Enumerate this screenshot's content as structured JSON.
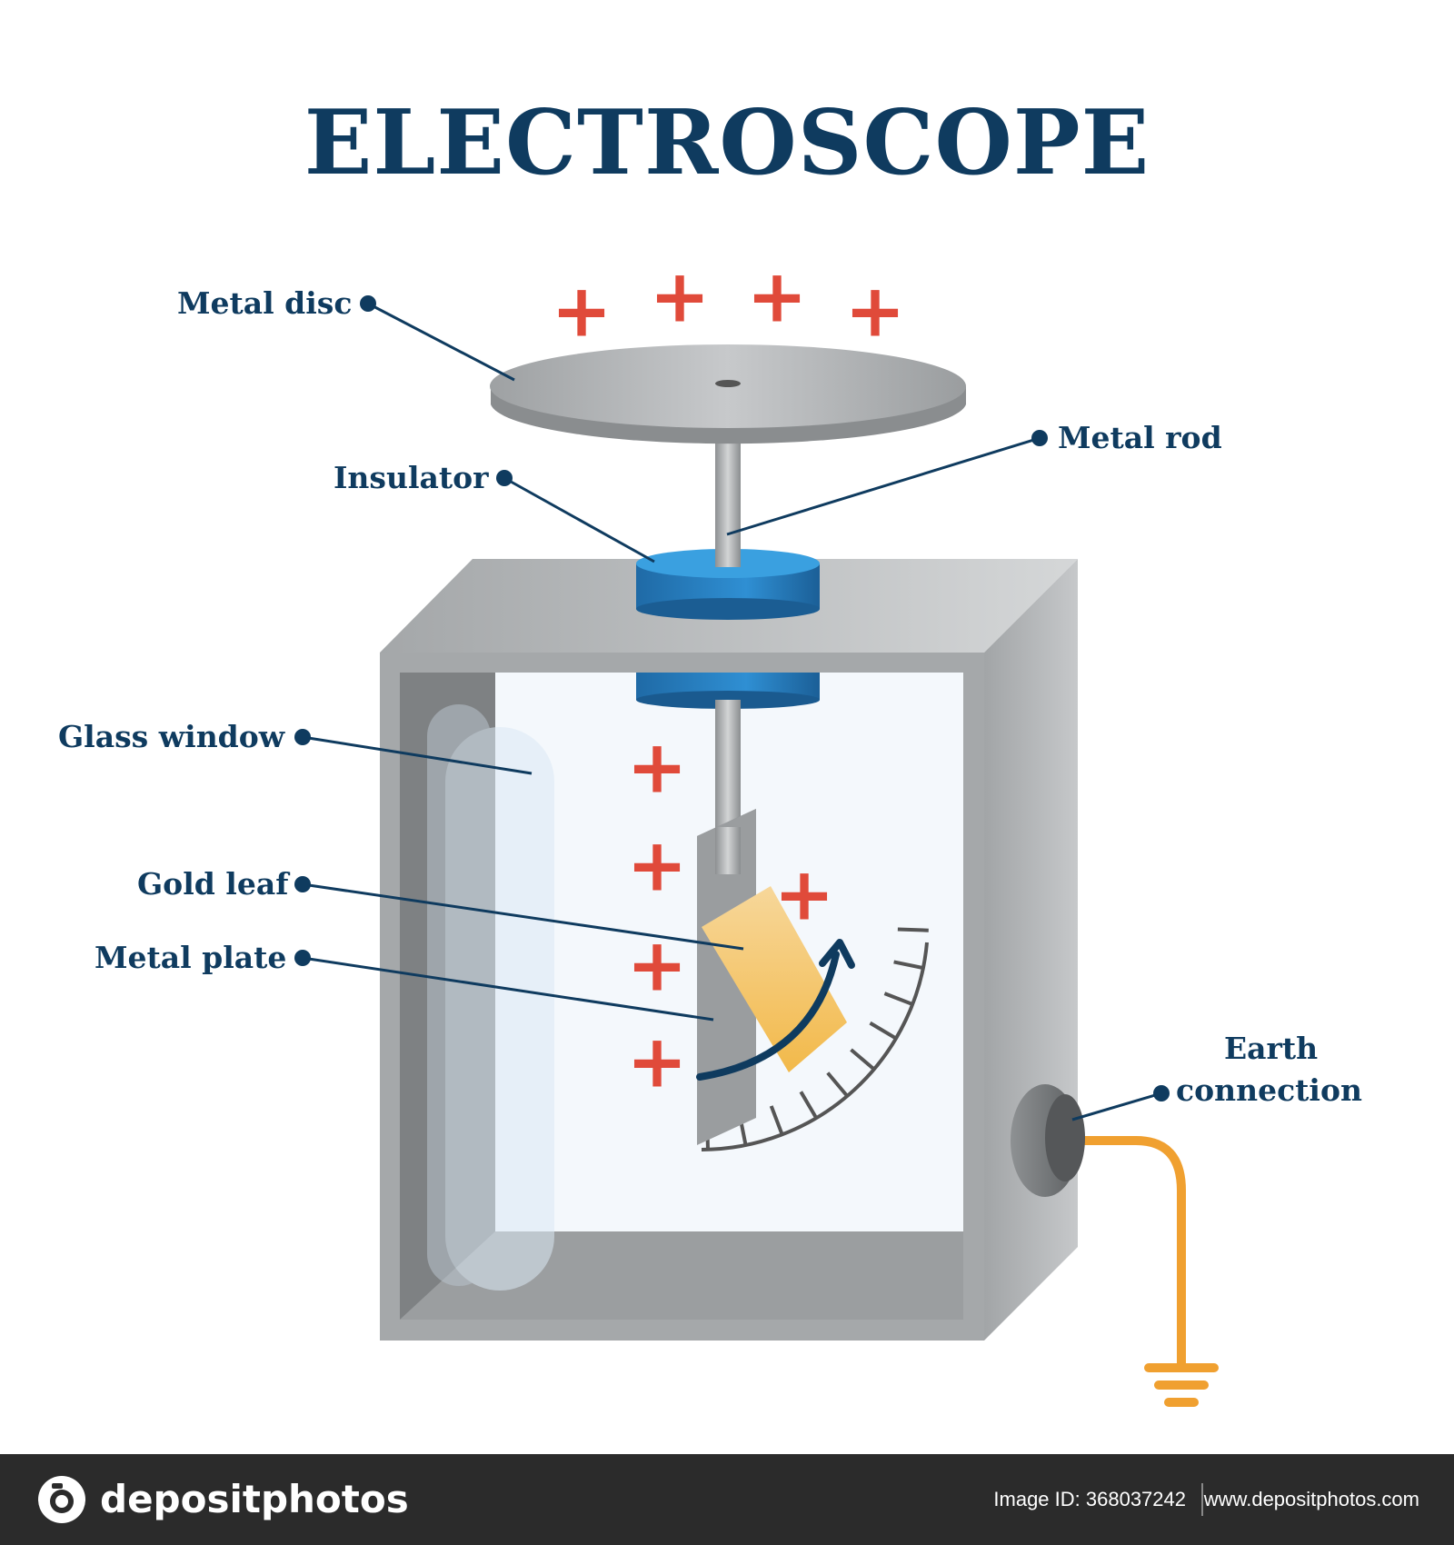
{
  "title": "ELECTROSCOPE",
  "labels": {
    "metal_disc": "Metal disc",
    "metal_rod": "Metal rod",
    "insulator": "Insulator",
    "glass_window": "Glass window",
    "gold_leaf": "Gold leaf",
    "metal_plate": "Metal plate",
    "earth_connection_line1": "Earth",
    "earth_connection_line2": "connection"
  },
  "charge_symbol": "+",
  "colors": {
    "title": "#0f3b5f",
    "label": "#0f3b5f",
    "charge": "#e04a3a",
    "insulator": "#2e86c8",
    "metal": "#a9acae",
    "gold_leaf": "#f5c86a",
    "earth_wire": "#f0a030",
    "arrow": "#0f3b5f",
    "footer": "#2b2b2b"
  },
  "watermark": "depositphotos",
  "footer": {
    "brand": "depositphotos",
    "image_id": "Image ID: 368037242",
    "site": "www.depositphotos.com"
  }
}
